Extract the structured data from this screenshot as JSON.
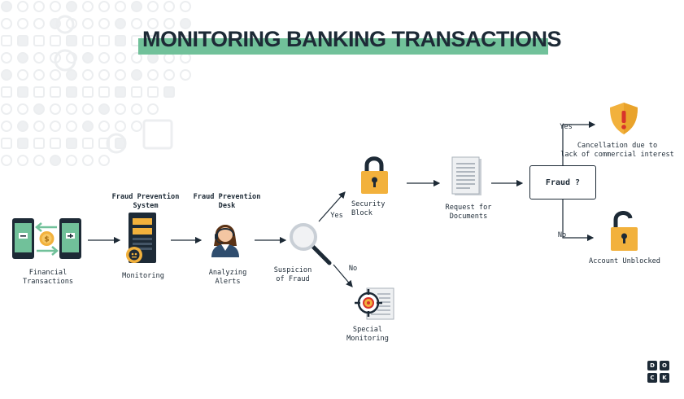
{
  "title": "MONITORING BANKING TRANSACTIONS",
  "nodes": {
    "financial_transactions": [
      "Financial",
      "Transactions"
    ],
    "fraud_prevention_system": [
      "Fraud Prevention",
      "System"
    ],
    "monitoring": "Monitoring",
    "fraud_prevention_desk": [
      "Fraud Prevention",
      "Desk"
    ],
    "analyzing_alerts": [
      "Analyzing",
      "Alerts"
    ],
    "suspicion_of_fraud": [
      "Suspicion",
      "of Fraud"
    ],
    "security_block": [
      "Security",
      "Block"
    ],
    "request_for_documents": [
      "Request for",
      "Documents"
    ],
    "special_monitoring": [
      "Special",
      "Monitoring"
    ],
    "fraud_decision": "Fraud ?",
    "cancellation": [
      "Cancellation due to",
      "lack of commercial interest"
    ],
    "account_unblocked": "Account Unblocked"
  },
  "edges": {
    "suspicion_yes": "Yes",
    "suspicion_no": "No",
    "fraud_yes": "Yes",
    "fraud_no": "No"
  },
  "logo": [
    "D",
    "O",
    "C",
    "K"
  ],
  "colors": {
    "dark": "#1d2a36",
    "accent_green": "#71c19a",
    "lock_orange": "#f2b13c",
    "shield_red": "#d8332b",
    "pattern": "#eef0f2"
  }
}
